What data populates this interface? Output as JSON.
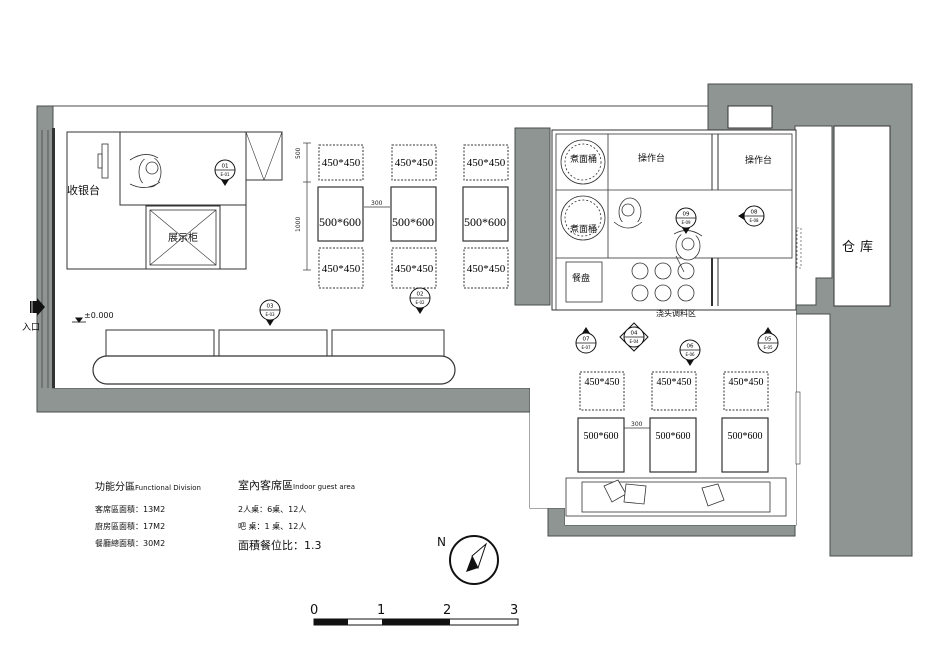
{
  "labels": {
    "cashier": "收银台",
    "display_cabinet": "展示柜",
    "noodle_pot_1": "煮面桶",
    "noodle_pot_2": "煮面桶",
    "work_counter_1": "操作台",
    "work_counter_2": "操作台",
    "plates": "餐盘",
    "topping_area": "浇头调料区",
    "storage": "仓库",
    "entrance": "入口",
    "elevation": "±0.000"
  },
  "dimensions": {
    "d500": "500",
    "d1000": "1000",
    "gap_300_a": "300",
    "gap_300_b": "300"
  },
  "tables": {
    "t450_a1": "450*450",
    "t450_a2": "450*450",
    "t450_a3": "450*450",
    "t500_a1": "500*600",
    "t500_a2": "500*600",
    "t500_a3": "500*600",
    "t450_b1": "450*450",
    "t450_b2": "450*450",
    "t450_b3": "450*450",
    "t450_c1": "450*450",
    "t450_c2": "450*450",
    "t450_c3": "450*450",
    "t500_c1": "500*600",
    "t500_c2": "500*600",
    "t500_c3": "500*600"
  },
  "markers": [
    {
      "num": "01",
      "ref": "E-01"
    },
    {
      "num": "02",
      "ref": "E-02"
    },
    {
      "num": "03",
      "ref": "E-03"
    },
    {
      "num": "04",
      "ref": "E-04"
    },
    {
      "num": "05",
      "ref": "E-05"
    },
    {
      "num": "06",
      "ref": "E-06"
    },
    {
      "num": "07",
      "ref": "E-07"
    },
    {
      "num": "08",
      "ref": "E-08"
    },
    {
      "num": "09",
      "ref": "E-09"
    }
  ],
  "legend": {
    "functional_title_cn": "功能分區",
    "functional_title_en": "Functional Division",
    "functional_items": [
      "客席區面積：13M2",
      "廚房區面積：17M2",
      "餐廳總面積：30M2"
    ],
    "guest_title_cn": "室內客席區",
    "guest_title_en": "Indoor guest area",
    "guest_items": [
      "2人桌：6桌、12人",
      "吧 桌：1 桌、12人"
    ],
    "ratio": "面積餐位比：1.3"
  },
  "compass": {
    "letter": "N"
  },
  "scale": {
    "ticks": [
      "0",
      "1",
      "2",
      "3"
    ]
  },
  "colors": {
    "wall": "#8f9592",
    "wall_stroke": "#4a4e4c",
    "floor": "#ffffff",
    "line": "#333333"
  }
}
